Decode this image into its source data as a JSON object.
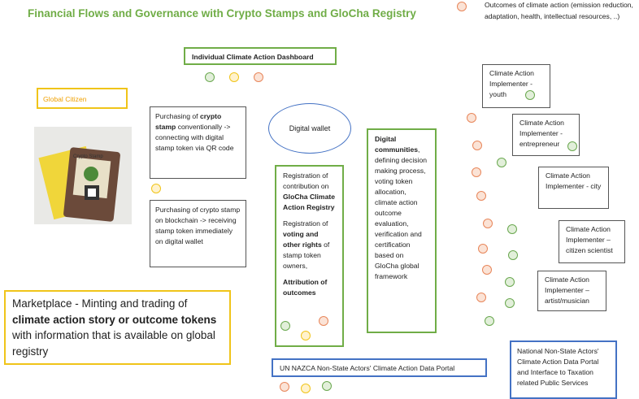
{
  "title": "Financial Flows and Governance with Crypto Stamps and GloCha Registry",
  "legend": {
    "text": "Outcomes of climate action (emission reduction, adaptation, health, intellectual resources, ..)"
  },
  "dashboard": {
    "label": "Individual Climate Action Dashboard"
  },
  "global_citizen": {
    "label": "Global Citizen"
  },
  "purchase_conventional": {
    "pre": "Purchasing of ",
    "bold": "crypto stamp",
    "post": " conventionally -> connecting with digital stamp token via QR code"
  },
  "purchase_blockchain": {
    "text": "Purchasing of crypto stamp on blockchain -> receiving stamp token immediately on digital wallet"
  },
  "wallet": {
    "label": "Digital wallet"
  },
  "registration": {
    "p1_pre": "Registration of contribution on ",
    "p1_bold": "GloCha Climate Action Registry",
    "p2_pre": "Registration of ",
    "p2_bold": "voting and other rights",
    "p2_post": " of stamp token owners,",
    "p3_bold": "Attribution of outcomes"
  },
  "communities": {
    "bold": "Digital communities",
    "text": ", defining decision making process, voting token allocation, climate action outcome evaluation, verification and certification based on GloCha global framework"
  },
  "marketplace": {
    "pre": "Marketplace - Minting and trading of ",
    "bold": "climate action story or outcome tokens",
    "post": " with information that is available on global registry"
  },
  "un_portal": {
    "label": "UN NAZCA Non-State Actors' Climate Action Data Portal"
  },
  "national_portal": {
    "label": "National Non-State Actors' Climate Action Data Portal and Interface to Taxation related Public Services"
  },
  "implementers": [
    {
      "label": "Climate Action Implementer - youth"
    },
    {
      "label": "Climate Action Implementer - entrepreneur"
    },
    {
      "label": "Climate Action Implementer - city"
    },
    {
      "label": "Climate Action Implementer – citizen scientist"
    },
    {
      "label": "Climate Action Implementer – artist/musician"
    }
  ],
  "photo": {
    "stamp_text": "Crypto Stamp"
  },
  "colors": {
    "green": "#70ad47",
    "yellow": "#f0c419",
    "blue": "#4472c4",
    "orange": "#e8865a"
  }
}
